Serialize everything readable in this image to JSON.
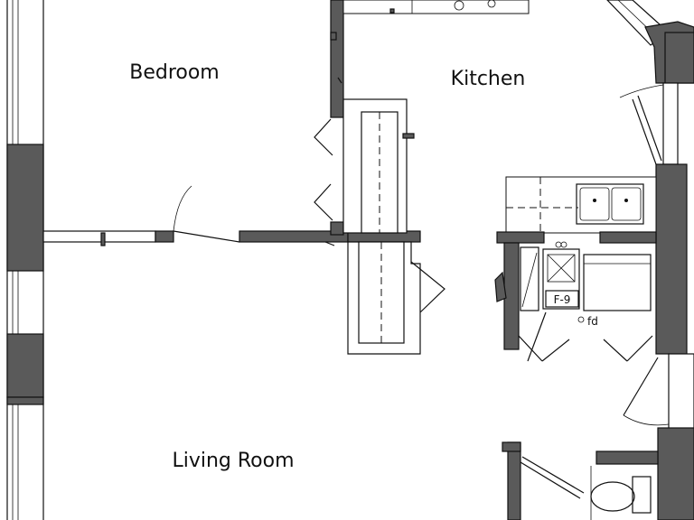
{
  "rooms": {
    "bedroom": "Bedroom",
    "kitchen": "Kitchen",
    "living_room": "Living Room"
  },
  "fixtures": {
    "furnace_tag": "F-9",
    "floor_drain": "fd"
  },
  "colors": {
    "wall_fill": "#5a5a5a",
    "line": "#111111",
    "background": "#ffffff"
  }
}
